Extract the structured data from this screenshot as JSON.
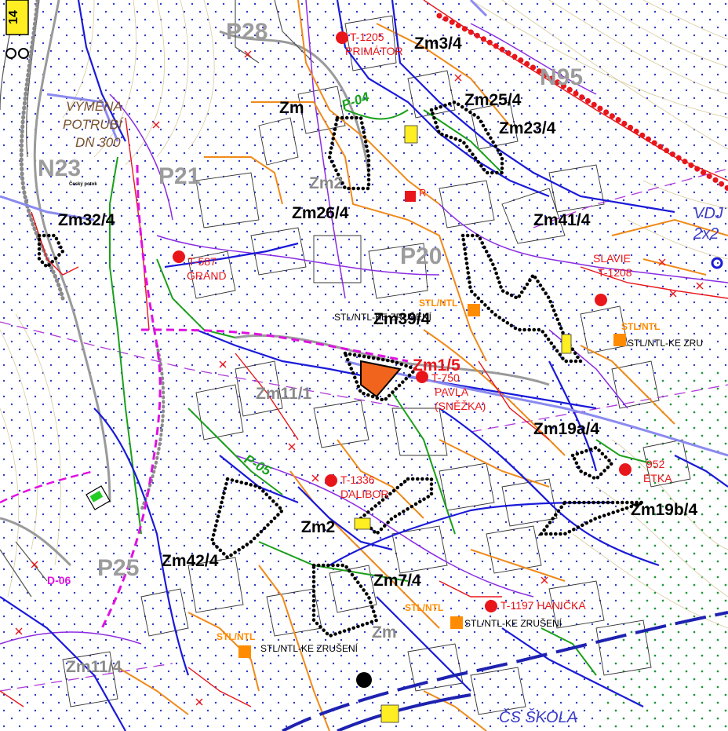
{
  "sheet_number": "14",
  "zones": {
    "zm3_4": "Zm3/4",
    "zm25_4": "Zm25/4",
    "zm23_4": "Zm23/4",
    "zm32_4": "Zm32/4",
    "zm26_4": "Zm26/4",
    "zm41_4": "Zm41/4",
    "zm39_4": "Zm39/4",
    "zm1_5": "Zm1/5",
    "zm11_1": "Zm11/1",
    "zm19a_4": "Zm19a/4",
    "zm19b_4": "Zm19b/4",
    "zm42_4": "Zm42/4",
    "zm7_4": "Zm7/4",
    "zm11_4": "Zm11/4",
    "zm2": "Zm2",
    "zm3_top": "Zm3/4",
    "zm_upper": "Zm",
    "zm_lower": "Zm",
    "zm_mid": "Zm2"
  },
  "areas": {
    "p28": "P28",
    "n95": "N95",
    "n23": "N23",
    "p21": "P21",
    "p20": "P20",
    "p25": "P25"
  },
  "stations": {
    "t1205": "T-1205",
    "primator": "PRIMÁTOR",
    "t587": "T-587",
    "grand": "GRAND",
    "slavie": "SLAVIE",
    "t1208": "T-1208",
    "t750": "T-750",
    "pavla": "PAVLA",
    "snezka": "(SNĚŽKA)",
    "t1336": "T-1336",
    "dalibor": "DALIBOR",
    "t952": "952",
    "etka": "ETKA",
    "t1197_hanicka": "T-1197 HANIČKA"
  },
  "gas": {
    "stl_ntl_1": "STL/NTL",
    "stl_ntl_2": "STL/NTL",
    "stl_ntl_3": "STL/NTL",
    "stl_ntl_4": "STL/NTL",
    "ke_zruseni_east": "STL/NTL-KE ZRU",
    "ke_zruseni_mid": "STL/NTL-KE ZRUŠENÍ",
    "ke_zruseni_south": "STL/NTL-KE ZRUŠENÍ",
    "stl_ntl_center": "STL/NTL-KE ZRUŠENÍ"
  },
  "pipes": {
    "p04": "P-04",
    "p05": "P-05",
    "d06": "D-06"
  },
  "notes": {
    "vymena_1": "VÝMĚNA",
    "vymena_2": "POTRUBÍ",
    "vymena_3": "DN 300"
  },
  "other": {
    "vdj": "VDJ",
    "vdj_2x": "2x2",
    "cs_skola": "ČS ŠKOLA",
    "label_r": "R",
    "cesky_potok": "Český potok"
  }
}
